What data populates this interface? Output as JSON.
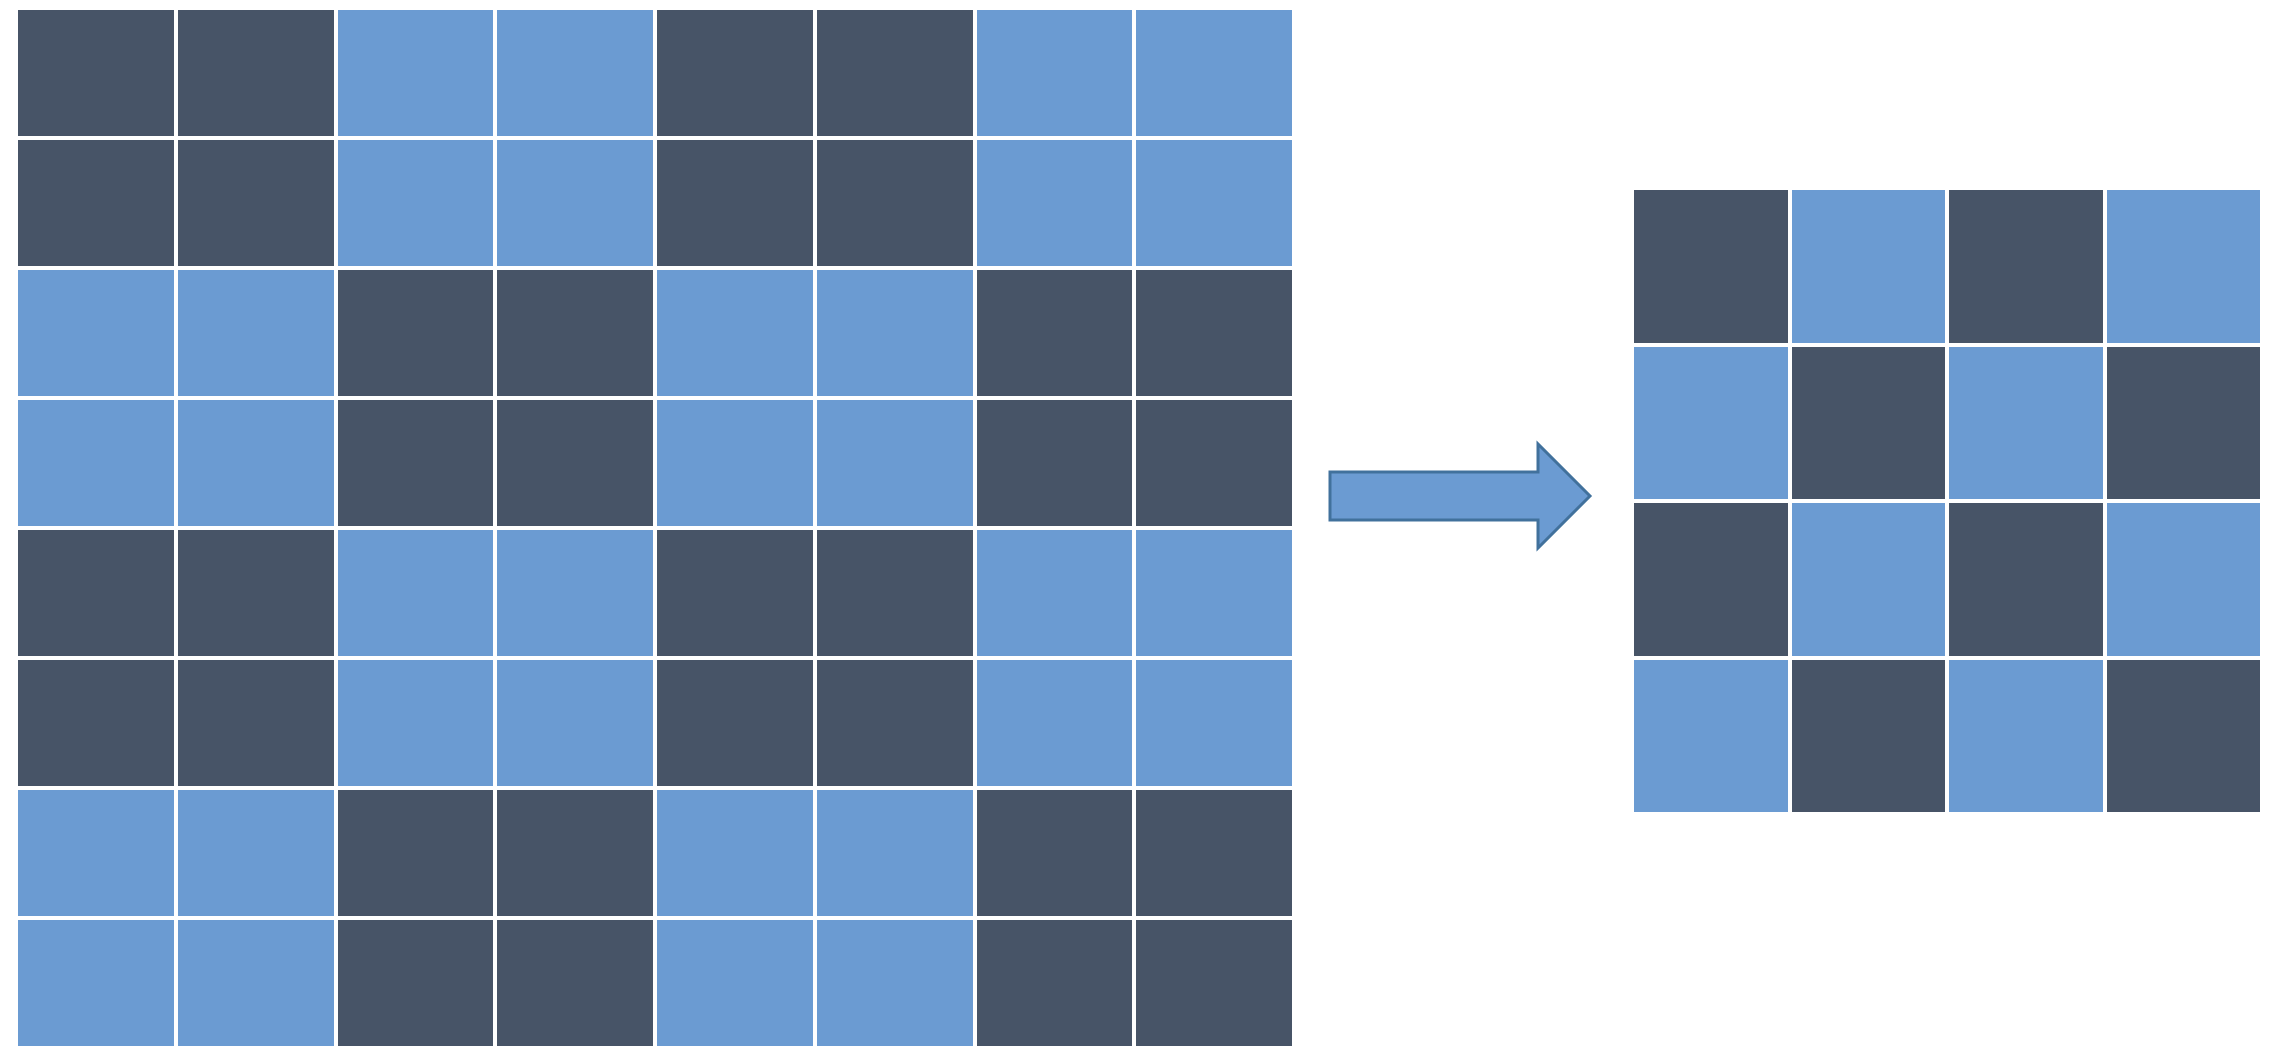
{
  "colors": {
    "dark": "#475467",
    "light": "#6b9bd2",
    "arrow_fill": "#6b9bd2",
    "arrow_stroke": "#41719c",
    "background": "#ffffff"
  },
  "large_grid": {
    "rows": 8,
    "cols": 8,
    "block_size": 2,
    "pattern": "checkerboard",
    "first_block": "dark"
  },
  "small_grid": {
    "rows": 4,
    "cols": 4,
    "pattern": "checkerboard",
    "first_cell": "dark"
  },
  "arrow": {
    "icon": "right-arrow-icon",
    "direction": "right"
  }
}
